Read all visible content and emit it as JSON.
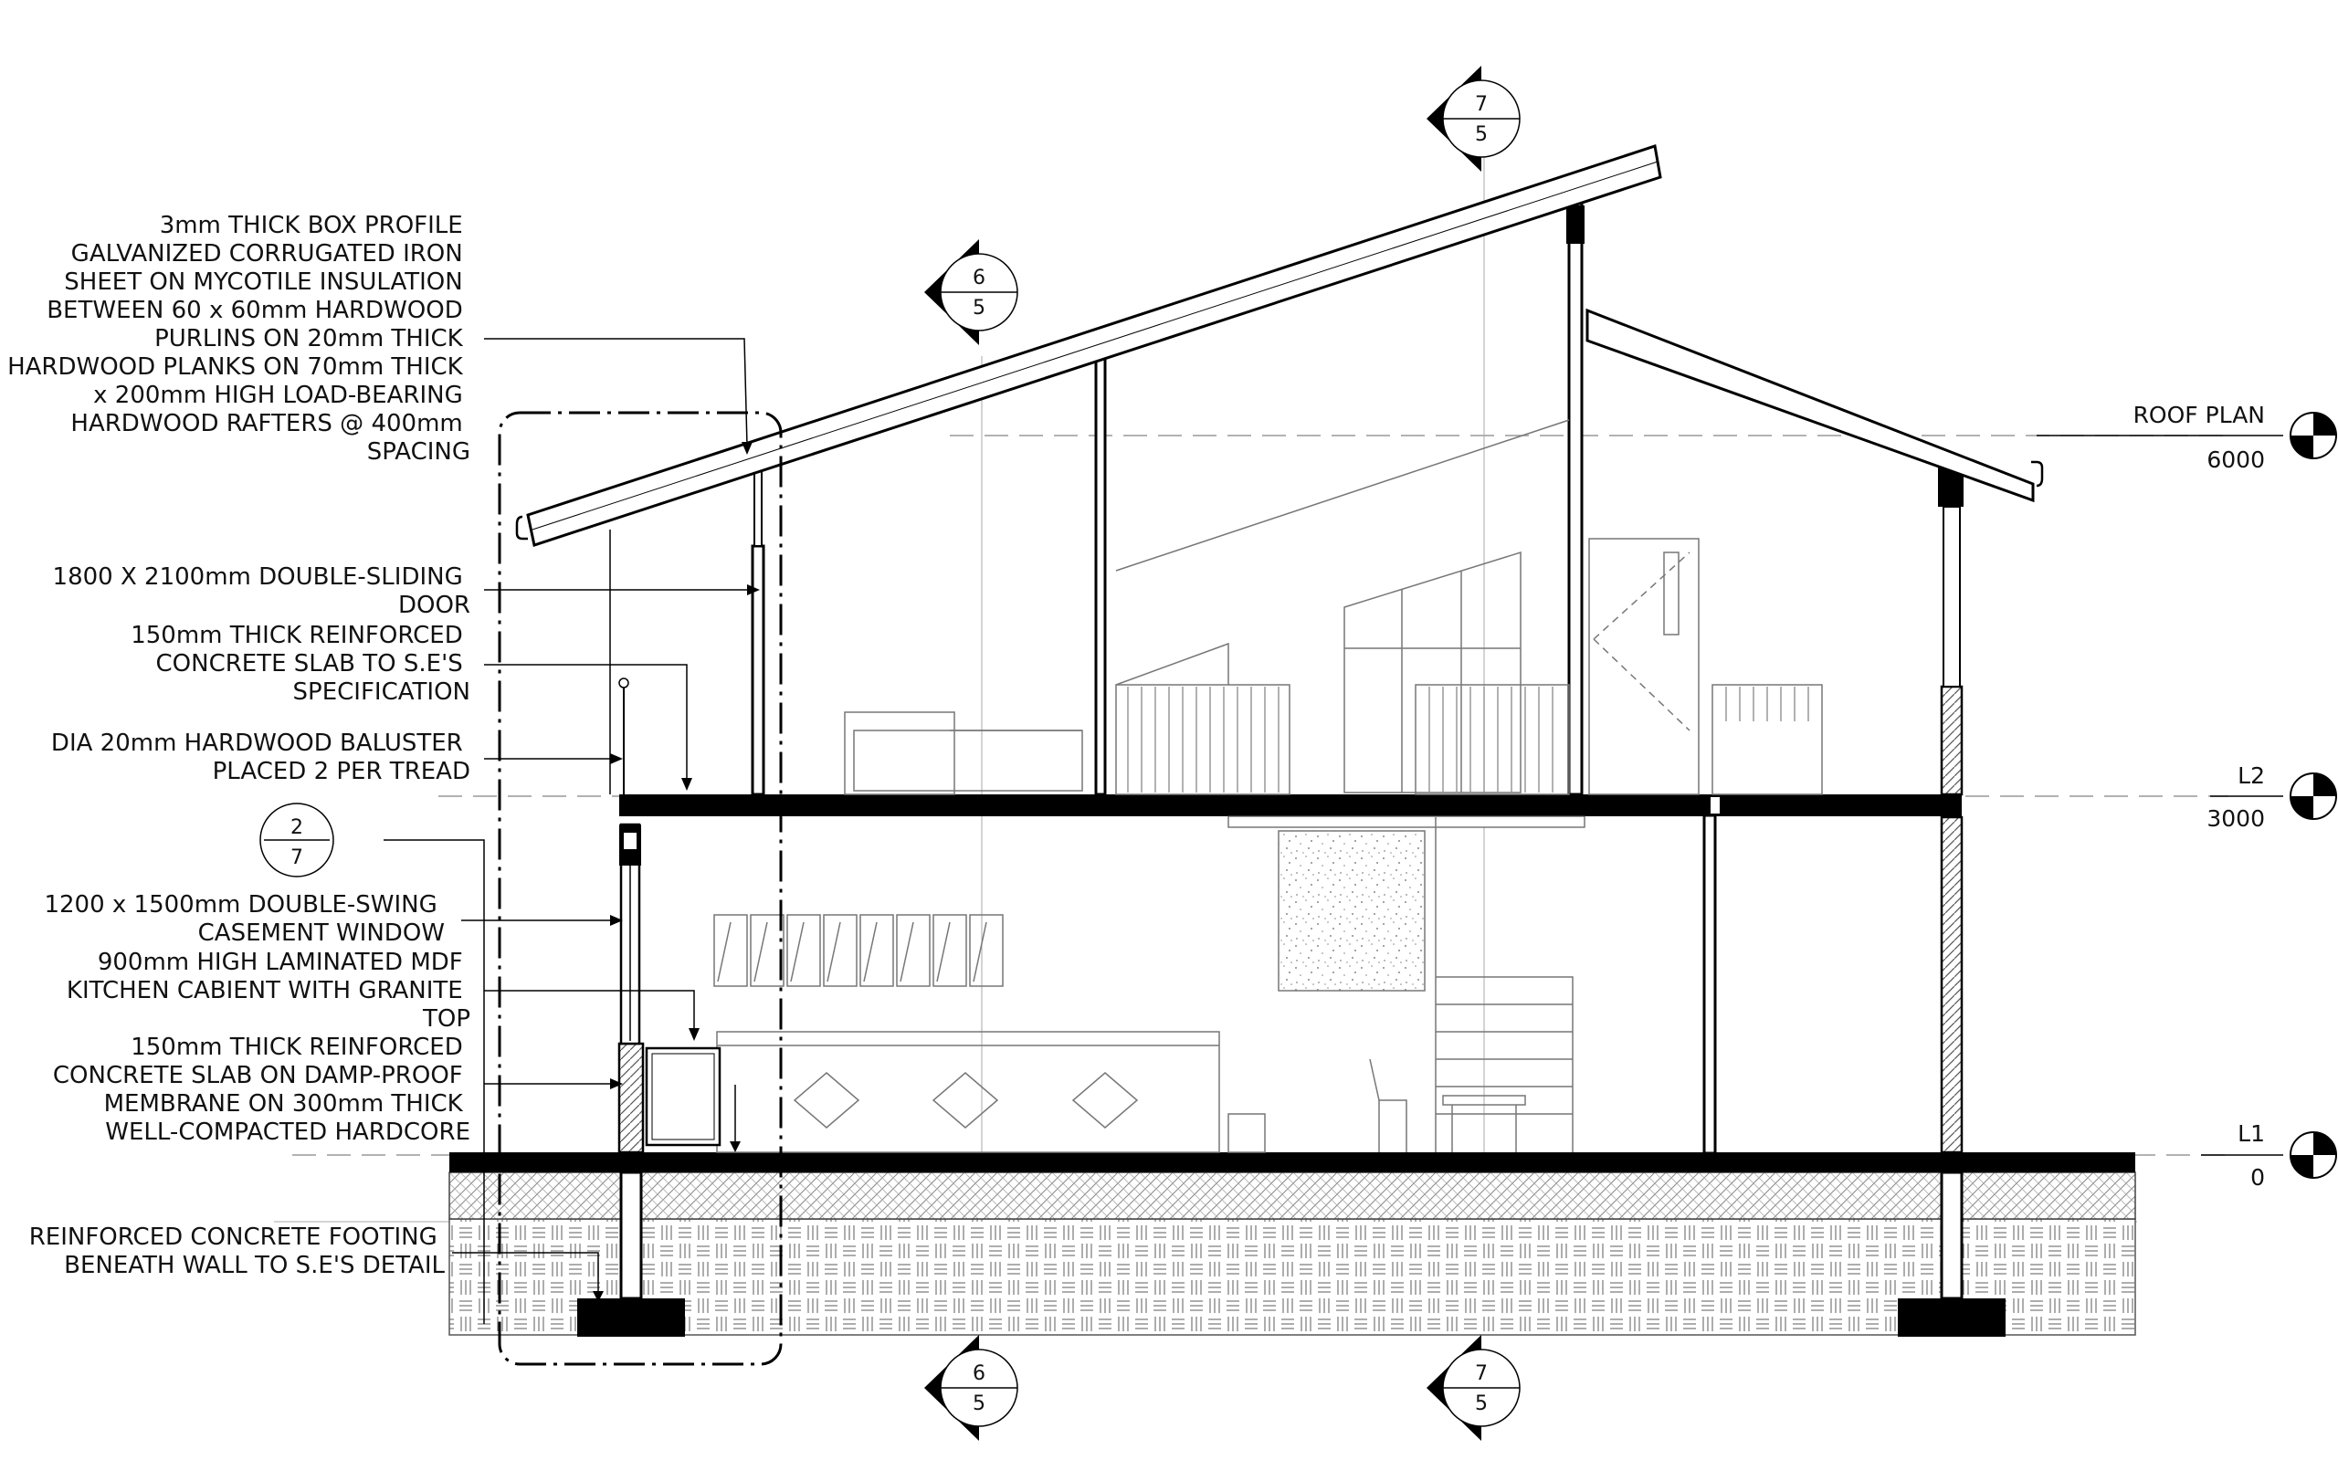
{
  "annotations": [
    {
      "id": "roof",
      "lines": [
        "3mm THICK BOX PROFILE",
        "GALVANIZED CORRUGATED IRON",
        "SHEET ON MYCOTILE INSULATION",
        "BETWEEN 60 x 60mm HARDWOOD",
        "PURLINS ON 20mm THICK",
        "HARDWOOD PLANKS ON 70mm THICK",
        "x 200mm HIGH LOAD-BEARING",
        "HARDWOOD RAFTERS @ 400mm",
        "SPACING"
      ]
    },
    {
      "id": "door",
      "lines": [
        "1800 X 2100mm DOUBLE-SLIDING",
        "DOOR"
      ]
    },
    {
      "id": "slab-upper",
      "lines": [
        "150mm THICK REINFORCED",
        "CONCRETE SLAB TO S.E'S",
        "SPECIFICATION"
      ]
    },
    {
      "id": "baluster",
      "lines": [
        "DIA 20mm HARDWOOD BALUSTER",
        "PLACED 2 PER TREAD"
      ]
    },
    {
      "id": "window",
      "lines": [
        "1200 x 1500mm DOUBLE-SWING",
        "CASEMENT WINDOW"
      ]
    },
    {
      "id": "kitchen",
      "lines": [
        "900mm HIGH LAMINATED MDF",
        "KITCHEN CABIENT WITH GRANITE",
        "TOP"
      ]
    },
    {
      "id": "slab-ground",
      "lines": [
        "150mm THICK REINFORCED",
        "CONCRETE SLAB ON DAMP-PROOF",
        "MEMBRANE ON 300mm THICK",
        "WELL-COMPACTED HARDCORE"
      ]
    },
    {
      "id": "footing",
      "lines": [
        "REINFORCED CONCRETE FOOTING",
        "BENEATH WALL TO S.E'S DETAIL"
      ]
    }
  ],
  "levels": [
    {
      "name": "ROOF PLAN",
      "value": "6000"
    },
    {
      "name": "L2",
      "value": "3000"
    },
    {
      "name": "L1",
      "value": "0"
    }
  ],
  "section_markers": [
    {
      "id": "top-6",
      "num": "6",
      "sheet": "5"
    },
    {
      "id": "top-7",
      "num": "7",
      "sheet": "5"
    },
    {
      "id": "bottom-6",
      "num": "6",
      "sheet": "5"
    },
    {
      "id": "bottom-7",
      "num": "7",
      "sheet": "5"
    }
  ],
  "detail_marker": {
    "num": "2",
    "sheet": "7"
  }
}
